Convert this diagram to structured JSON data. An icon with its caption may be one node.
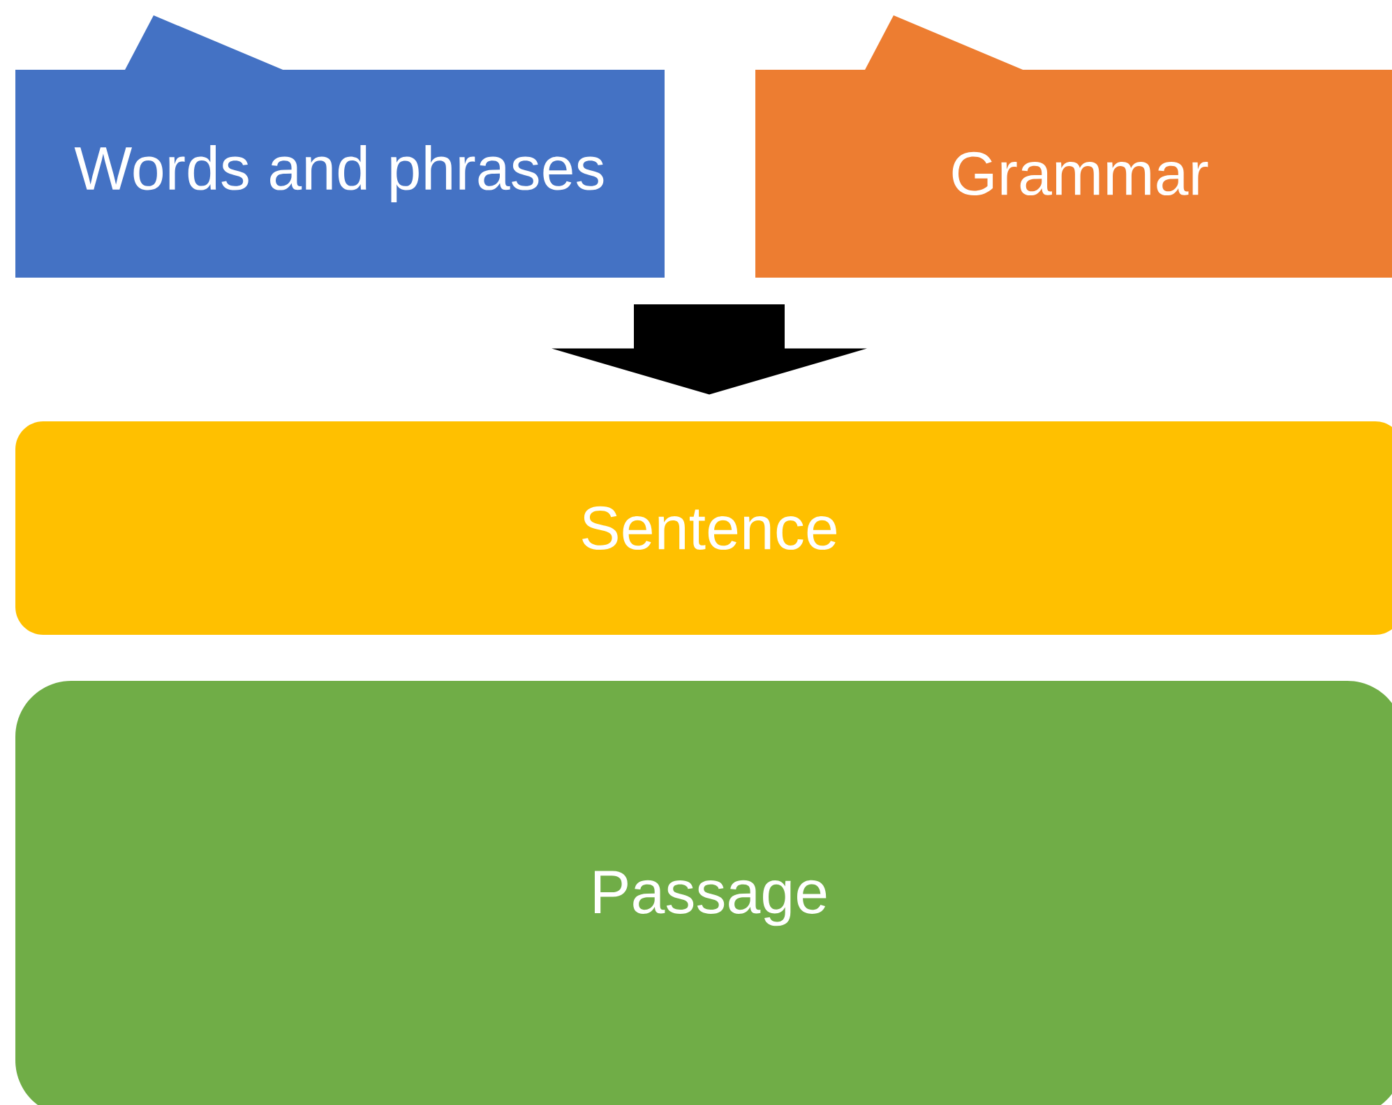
{
  "diagram": {
    "nodes": [
      {
        "text": [
          "Words and phrases"
        ]
      },
      {
        "text": [
          "Grammar"
        ]
      },
      {
        "text": [
          "Sentence"
        ]
      },
      {
        "text": [
          "Passage"
        ]
      }
    ],
    "edges": [
      {
        "from": 0,
        "to": 2,
        "arrow": "to"
      },
      {
        "from": 1,
        "to": 2,
        "arrow": "to"
      }
    ]
  }
}
